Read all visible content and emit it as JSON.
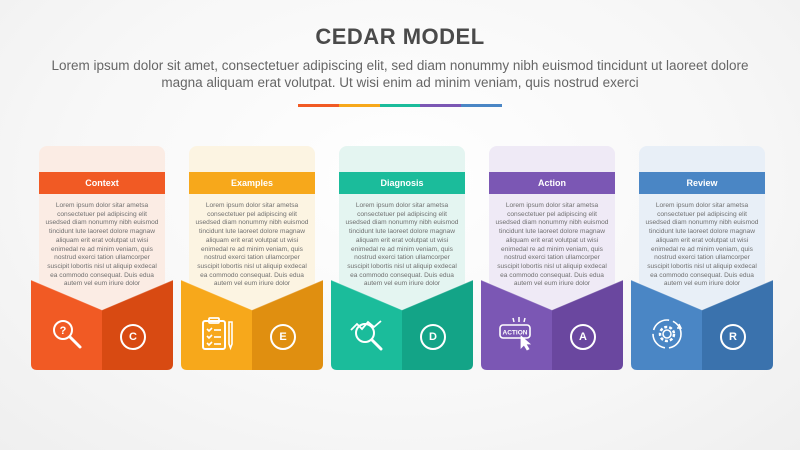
{
  "title": "CEDAR MODEL",
  "subtitle": "Lorem ipsum dolor sit amet, consectetuer adipiscing elit, sed diam nonummy nibh euismod tincidunt ut laoreet dolore magna aliquam erat volutpat. Ut wisi enim ad minim veniam, quis nostrud exerci",
  "divider_colors": [
    "#f15a24",
    "#f7a81b",
    "#1bbc9b",
    "#7b57b4",
    "#4a86c5"
  ],
  "body_text": "Lorem ipsum dolor sitar ametsa consectetuer pel adipiscing elit usedsed diam nonummy nibh euismod tincidunt lute laoreet dolore magnaw aliquam erit erat volutpat ut wisi enimedal re ad minim veniam, quis nostrud exerci tation ullamcorper suscipit lobortis nisl ut aliquip exdecal ea commodo consequat. Duis edua autem vel eum iriure dolor",
  "stages": [
    {
      "label": "Context",
      "letter": "C",
      "icon": "magnifier-question-icon",
      "color": "#f15a24",
      "dark": "#d84a12",
      "light": "#fbece4"
    },
    {
      "label": "Examples",
      "letter": "E",
      "icon": "clipboard-checklist-icon",
      "color": "#f7a81b",
      "dark": "#e08f10",
      "light": "#fcf4e2"
    },
    {
      "label": "Diagnosis",
      "letter": "D",
      "icon": "magnifier-chart-icon",
      "color": "#1bbc9b",
      "dark": "#13a487",
      "light": "#e4f5f1"
    },
    {
      "label": "Action",
      "letter": "A",
      "icon": "action-click-icon",
      "color": "#7b57b4",
      "dark": "#6a479f",
      "light": "#efeaf6"
    },
    {
      "label": "Review",
      "letter": "R",
      "icon": "gear-cycle-icon",
      "color": "#4a86c5",
      "dark": "#3a72ad",
      "light": "#e8eff7"
    }
  ]
}
